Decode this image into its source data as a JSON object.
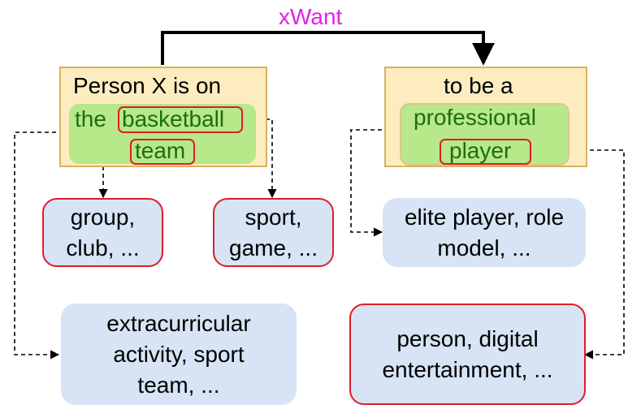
{
  "relation": {
    "label": "xWant",
    "color": "#e61ee6"
  },
  "head_event": {
    "line1": "Person X is on",
    "word_the": "the",
    "token_basketball": "basketball",
    "token_team": "team"
  },
  "tail_event": {
    "line1": "to be a",
    "word_professional": "professional",
    "token_player": "player"
  },
  "concepts": {
    "group_club": [
      "group,",
      "club, ..."
    ],
    "sport_game": [
      "sport,",
      "game, ..."
    ],
    "extracurricular": [
      "extracurricular",
      "activity, sport",
      "team, ..."
    ],
    "elite_player": [
      "elite player, role",
      "model, ..."
    ],
    "person_digital": [
      "person, digital",
      "entertainment, ..."
    ]
  },
  "colors": {
    "head_fill": "#fcecbf",
    "head_border": "#d9b25f",
    "green_fill": "#b7e88a",
    "green_text": "#1b6e12",
    "token_border": "#e01c24",
    "concept_fill": "#d6e4f5"
  }
}
